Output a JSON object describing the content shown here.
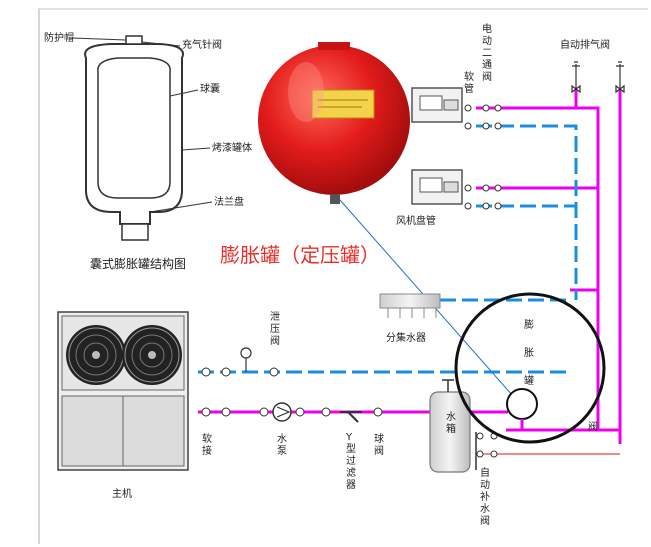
{
  "structure_diagram": {
    "title": "囊式膨胀罐结构图",
    "labels": {
      "cap": "防护帽",
      "valve": "充气针阀",
      "bladder": "球囊",
      "body": "烤漆罐体",
      "flange": "法兰盘"
    }
  },
  "caption": "膨胀罐（定压罐）",
  "zoom_circle_text": "膨胀罐",
  "components": {
    "electric_valve": "电动二通阀",
    "hose_top": "软管",
    "air_vent": "自动排气阀",
    "fan_coil": "风机盘管",
    "collector": "分集水器",
    "relief_valve": "泄压阀",
    "hose_bottom": "软接",
    "pump": "水泵",
    "y_filter": "Y型过滤器",
    "ball_valve": "球阀",
    "tank": "水箱",
    "auto_refill": "自动补水阀",
    "valve_right": "阀",
    "main_unit": "主机"
  },
  "colors": {
    "supply_pipe": "#ee00ee",
    "return_pipe": "#1a8fe0",
    "tank_red": "#e31b1b",
    "caption_red": "#e8302a",
    "makeup_pipe": "#f08a8a"
  }
}
